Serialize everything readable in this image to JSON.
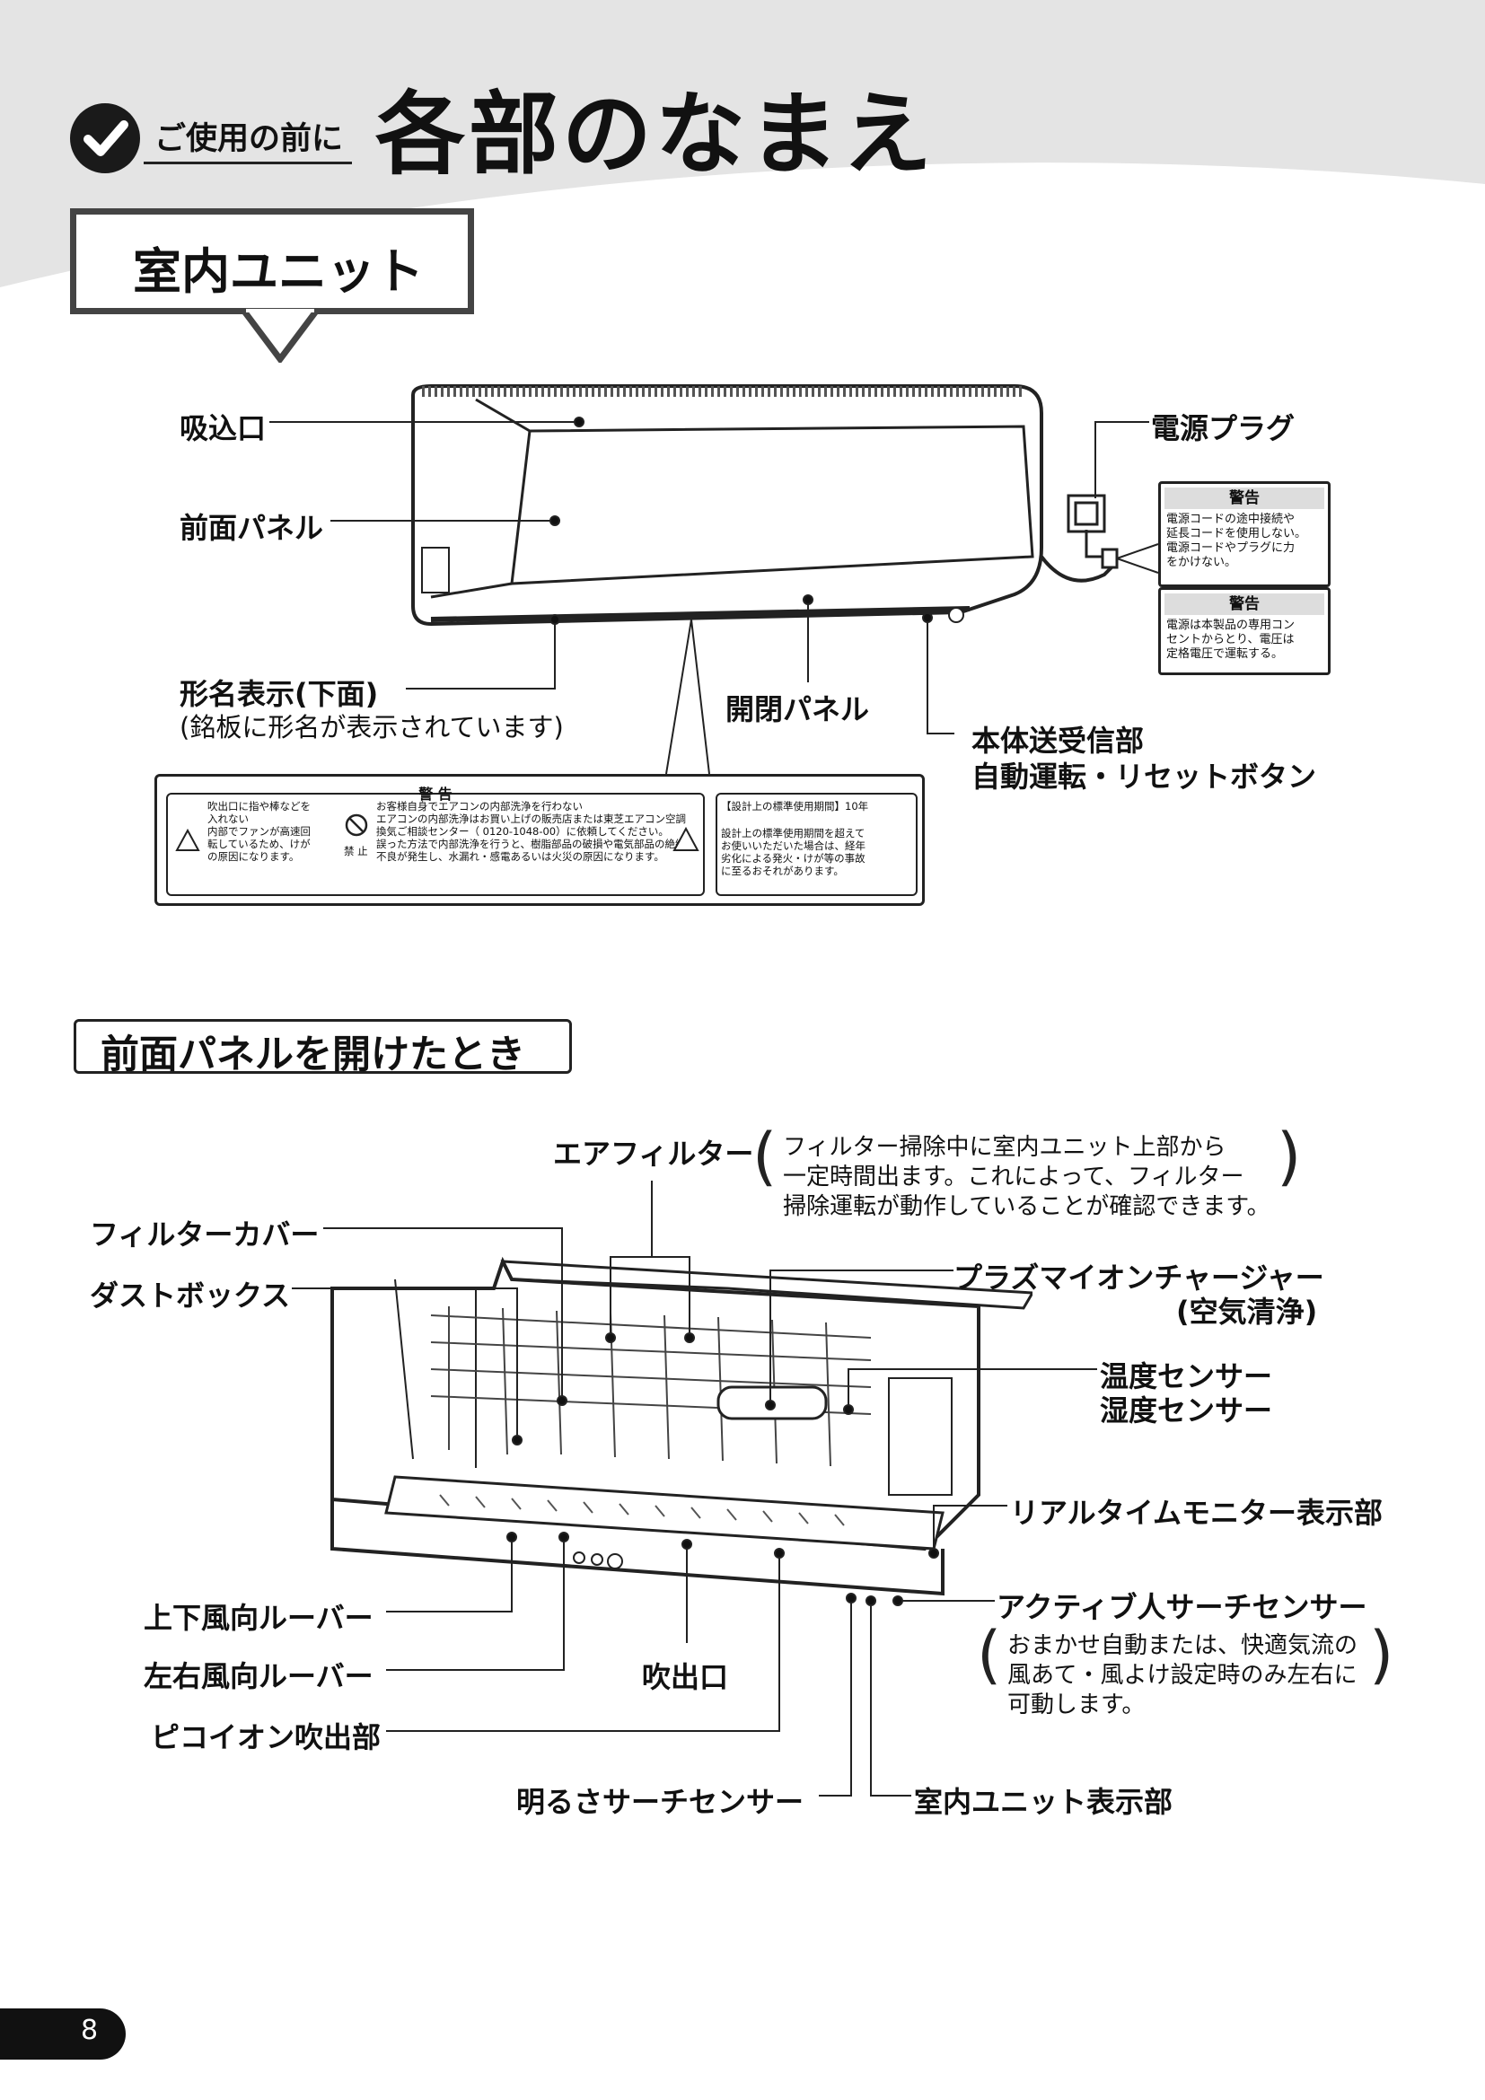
{
  "header": {
    "subtitle": "ご使用の前に",
    "title": "各部のなまえ"
  },
  "section1": {
    "heading": "室内ユニット",
    "labels": {
      "intake": "吸込口",
      "front_panel": "前面パネル",
      "model_display": "形名表示(下面)",
      "model_display_note": "(銘板に形名が表示されています)",
      "open_close_panel": "開閉パネル",
      "power_plug": "電源プラグ",
      "transceiver": "本体送受信部",
      "auto_reset": "自動運転・リセットボタン"
    },
    "plug_warnings": [
      {
        "title": "警告",
        "lines": [
          "電源コードの途中接続や",
          "延長コードを使用しない。",
          "電源コードやプラグに力",
          "をかけない。"
        ]
      },
      {
        "title": "警告",
        "lines": [
          "電源は本製品の専用コン",
          "セントからとり、電圧は",
          "定格電圧で運転する。"
        ]
      }
    ],
    "label_sheet": {
      "title": "警 告",
      "col1": [
        "吹出口に指や棒などを",
        "入れない",
        "内部でファンが高速回",
        "転しているため、けが",
        "の原因になります。"
      ],
      "prohibit": "禁 止",
      "col2": [
        "お客様自身でエアコンの内部洗浄を行わない",
        "エアコンの内部洗浄はお買い上げの販売店または東芝エアコン空調",
        "換気ご相談センター（ 0120-1048-00）に依頼してください。",
        "誤った方法で内部洗浄を行うと、樹脂部品の破損や電気部品の絶縁",
        "不良が発生し、水漏れ・感電あるいは火災の原因になります。"
      ],
      "period_head": "【設計上の標準使用期間】10年",
      "period_lines": [
        "設計上の標準使用期間を超えて",
        "お使いいただいた場合は、経年",
        "劣化による発火・けが等の事故",
        "に至るおそれがあります。"
      ]
    }
  },
  "section2": {
    "heading": "前面パネルを開けたとき",
    "labels": {
      "air_filter": "エアフィルター",
      "air_filter_note": [
        "フィルター掃除中に室内ユニット上部から",
        "一定時間出ます。これによって、フィルター",
        "掃除運転が動作していることが確認できます。"
      ],
      "filter_cover": "フィルターカバー",
      "dust_box": "ダストボックス",
      "plasma": "プラズマイオンチャージャー",
      "plasma_sub": "(空気清浄)",
      "temp_sensor": "温度センサー",
      "humidity_sensor": "湿度センサー",
      "monitor": "リアルタイムモニター表示部",
      "human_sensor": "アクティブ人サーチセンサー",
      "human_sensor_note": [
        "おまかせ自動または、快適気流の",
        "風あて・風よけ設定時のみ左右に",
        "可動します。"
      ],
      "vertical_louver": "上下風向ルーバー",
      "horizontal_louver": "左右風向ルーバー",
      "outlet": "吹出口",
      "pico_ion": "ピコイオン吹出部",
      "brightness_sensor": "明るさサーチセンサー",
      "indoor_display": "室内ユニット表示部"
    }
  },
  "page_number": "8"
}
